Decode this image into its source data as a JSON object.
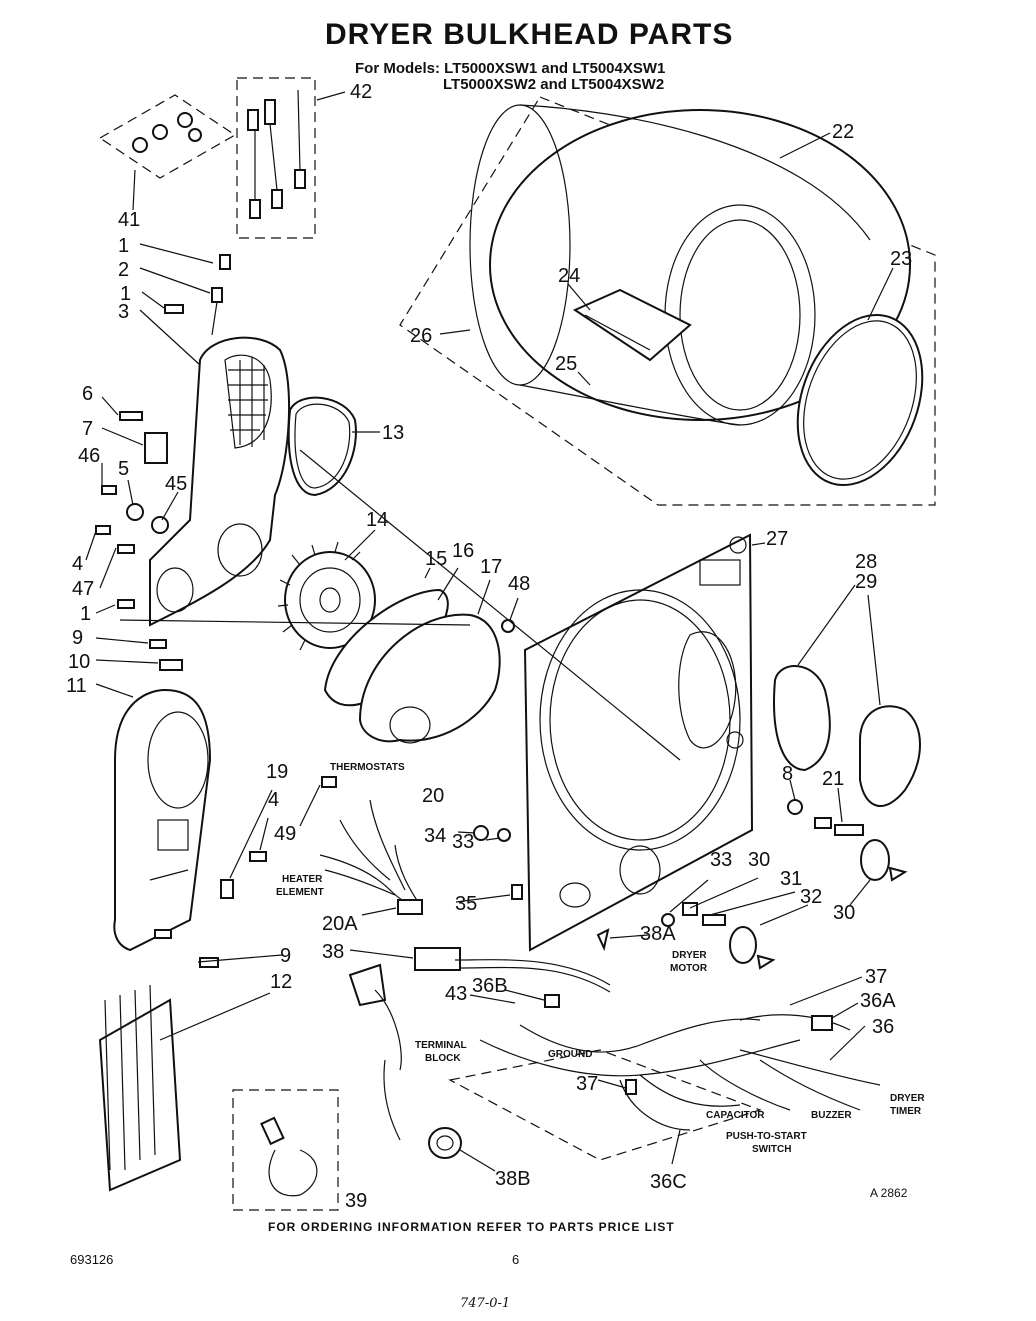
{
  "header": {
    "title": "DRYER BULKHEAD PARTS",
    "models_line1": "For Models: LT5000XSW1 and LT5004XSW1",
    "models_line2": "LT5000XSW2 and LT5004XSW2"
  },
  "callouts": {
    "c1a": "1",
    "c2": "2",
    "c1b": "1",
    "c3": "3",
    "c6": "6",
    "c7": "7",
    "c46": "46",
    "c5": "5",
    "c45": "45",
    "c4a": "4",
    "c47": "47",
    "c1c": "1",
    "c9a": "9",
    "c10": "10",
    "c11": "11",
    "c19": "19",
    "c4b": "4",
    "c49": "49",
    "c20": "20",
    "c34": "34",
    "c33a": "33",
    "c20a": "20A",
    "c35": "35",
    "c9b": "9",
    "c38": "38",
    "c12": "12",
    "c43": "43",
    "c36b": "36B",
    "c37a": "37",
    "c38b": "38B",
    "c39": "39",
    "c36c": "36C",
    "c41": "41",
    "c42": "42",
    "c22": "22",
    "c23": "23",
    "c24": "24",
    "c25": "25",
    "c26": "26",
    "c13": "13",
    "c14": "14",
    "c15": "15",
    "c16": "16",
    "c17": "17",
    "c48": "48",
    "c27": "27",
    "c28": "28",
    "c29": "29",
    "c8": "8",
    "c21": "21",
    "c33b": "33",
    "c30a": "30",
    "c31": "31",
    "c32": "32",
    "c30b": "30",
    "c38a": "38A",
    "c37b": "37",
    "c36a": "36A",
    "c36": "36"
  },
  "labels": {
    "thermostats": "THERMOSTATS",
    "heater1": "HEATER",
    "heater2": "ELEMENT",
    "dryer_motor1": "DRYER",
    "dryer_motor2": "MOTOR",
    "terminal1": "TERMINAL",
    "terminal2": "BLOCK",
    "ground": "GROUND",
    "capacitor": "CAPACITOR",
    "buzzer": "BUZZER",
    "dryer_timer1": "DRYER",
    "dryer_timer2": "TIMER",
    "push1": "PUSH-TO-START",
    "push2": "SWITCH"
  },
  "footer": {
    "ordering": "FOR ORDERING INFORMATION REFER TO PARTS PRICE LIST",
    "doc_number": "693126",
    "page_number": "6",
    "figure_code": "A 2862",
    "handwritten_note": "747-0-1"
  }
}
